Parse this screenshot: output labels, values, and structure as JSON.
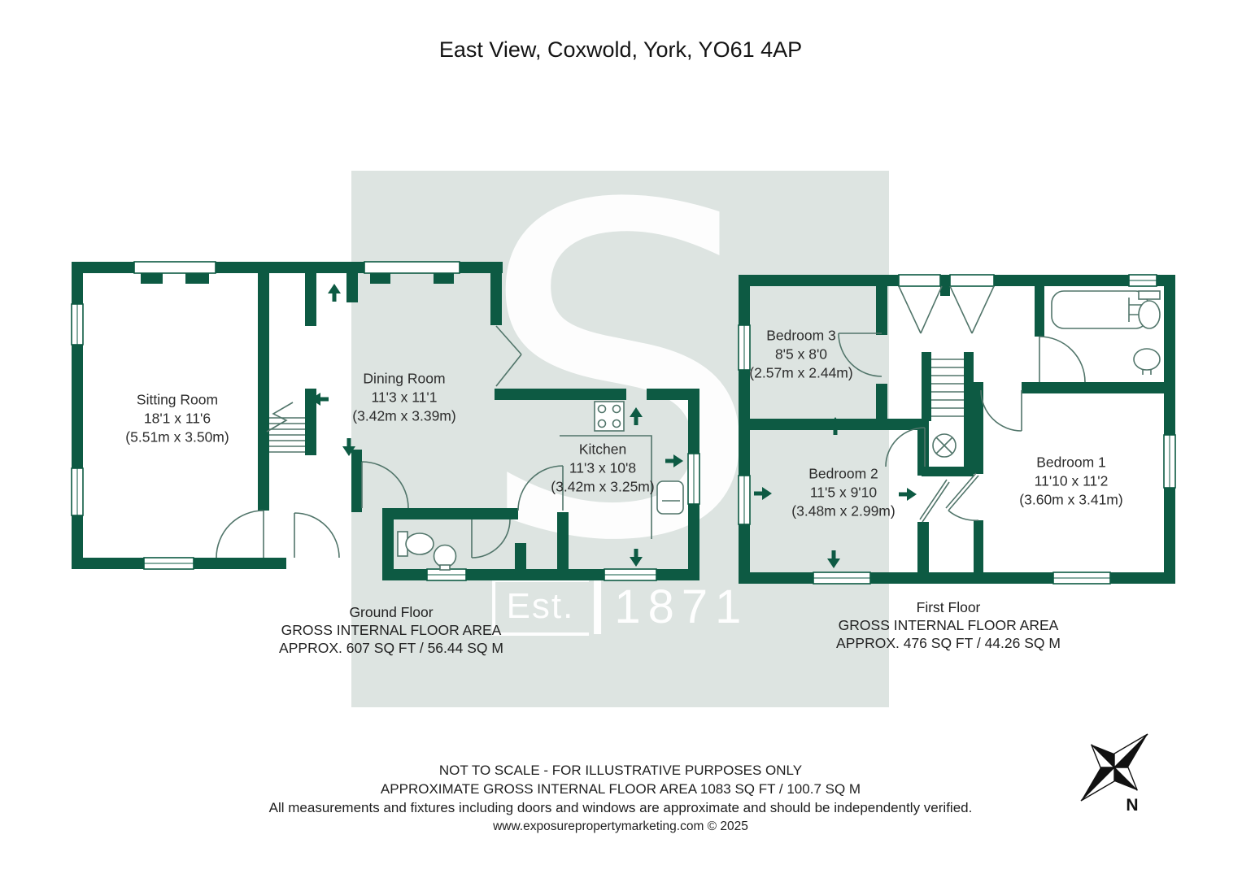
{
  "title": "East View, Coxwold, York, YO61 4AP",
  "watermark": {
    "letter": "S",
    "est": "Est.",
    "year": "1871"
  },
  "ground_floor": {
    "rooms": [
      {
        "name": "Sitting Room",
        "imperial": "18'1 x 11'6",
        "metric": "(5.51m x 3.50m)"
      },
      {
        "name": "Dining Room",
        "imperial": "11'3 x 11'1",
        "metric": "(3.42m x 3.39m)"
      },
      {
        "name": "Kitchen",
        "imperial": "11'3 x 10'8",
        "metric": "(3.42m x 3.25m)"
      }
    ],
    "caption": {
      "floor": "Ground Floor",
      "line1": "GROSS INTERNAL FLOOR AREA",
      "line2": "APPROX. 607 SQ FT / 56.44 SQ M"
    }
  },
  "first_floor": {
    "rooms": [
      {
        "name": "Bedroom 3",
        "imperial": "8'5 x 8'0",
        "metric": "(2.57m x 2.44m)"
      },
      {
        "name": "Bedroom 2",
        "imperial": "11'5 x 9'10",
        "metric": "(3.48m x 2.99m)"
      },
      {
        "name": "Bedroom 1",
        "imperial": "11'10 x 11'2",
        "metric": "(3.60m x 3.41m)"
      }
    ],
    "caption": {
      "floor": "First Floor",
      "line1": "GROSS INTERNAL FLOOR AREA",
      "line2": "APPROX. 476 SQ FT / 44.26 SQ M"
    }
  },
  "footer": {
    "line1": "NOT TO SCALE - FOR ILLUSTRATIVE PURPOSES ONLY",
    "line2": "APPROXIMATE GROSS INTERNAL FLOOR AREA 1083 SQ FT / 100.7 SQ M",
    "line3": "All measurements and fixtures including doors and windows are approximate and should be independently verified.",
    "line4": "www.exposurepropertymarketing.com © 2025"
  },
  "compass": {
    "label": "N"
  },
  "colors": {
    "wall_green": "#0d5a43",
    "watermark_bg": "#dde4e1",
    "detail_line": "#51756a"
  }
}
